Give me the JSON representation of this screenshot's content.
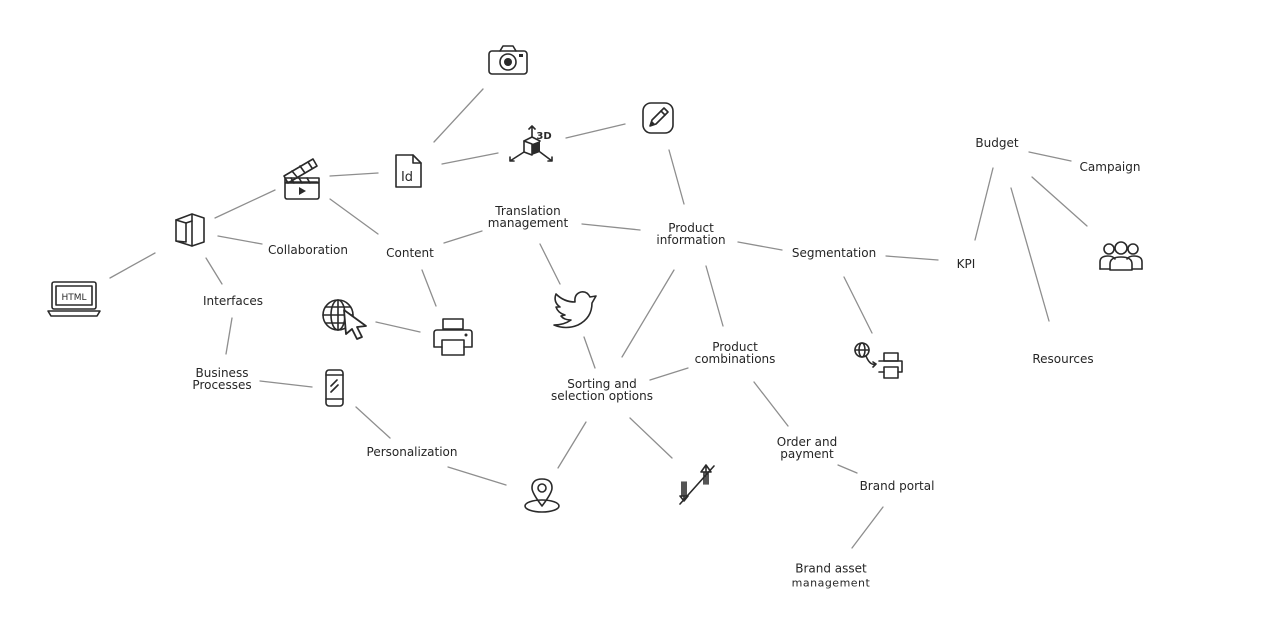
{
  "nodes": {
    "collaboration": "Collaboration",
    "interfaces": "Interfaces",
    "business_processes_1": "Business",
    "business_processes_2": "Processes",
    "content": "Content",
    "personalization": "Personalization",
    "translation_1": "Translation",
    "translation_2": "management",
    "product_info_1": "Product",
    "product_info_2": "information",
    "segmentation": "Segmentation",
    "kpi": "KPI",
    "budget": "Budget",
    "campaign": "Campaign",
    "resources": "Resources",
    "product_combinations_1": "Product",
    "product_combinations_2": "combinations",
    "sorting_1": "Sorting and",
    "sorting_2": "selection options",
    "order_payment_1": "Order and",
    "order_payment_2": "payment",
    "brand_portal": "Brand portal",
    "brand_asset_1": "Brand asset",
    "brand_asset_2": "management"
  },
  "icons": {
    "html_text": "HTML",
    "id_text": "Id",
    "three_d_text": "3D"
  }
}
